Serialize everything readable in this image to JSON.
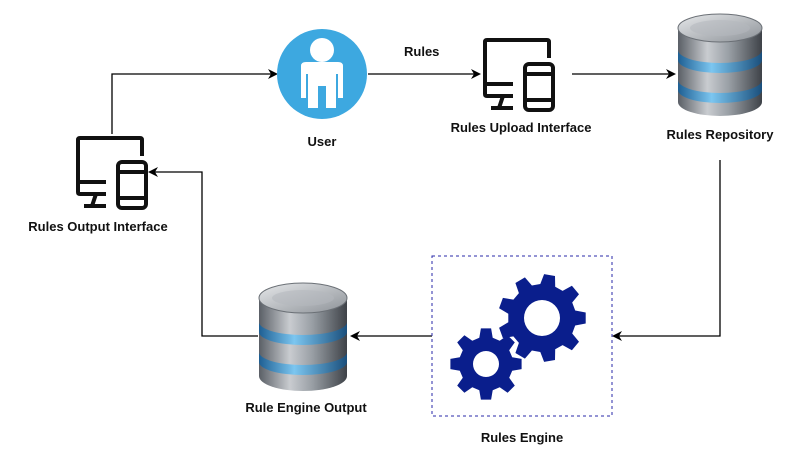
{
  "nodes": {
    "user": {
      "label": "User",
      "icon": "user-icon",
      "color": "#3DA8E0"
    },
    "rules_upload": {
      "label": "Rules Upload Interface",
      "icon": "monitor-phone-icon"
    },
    "rules_repo": {
      "label": "Rules Repository",
      "icon": "database-icon"
    },
    "rules_output": {
      "label": "Rules Output Interface",
      "icon": "monitor-phone-icon"
    },
    "rules_engine": {
      "label": "Rules Engine",
      "icon": "gears-icon",
      "color": "#0A1E8C"
    },
    "rule_engine_output": {
      "label": "Rule Engine Output",
      "icon": "database-icon"
    }
  },
  "edges": [
    {
      "from": "rules_output",
      "to": "user",
      "label": ""
    },
    {
      "from": "user",
      "to": "rules_upload",
      "label": "Rules"
    },
    {
      "from": "rules_upload",
      "to": "rules_repo",
      "label": ""
    },
    {
      "from": "rules_repo",
      "to": "rules_engine",
      "label": ""
    },
    {
      "from": "rules_engine",
      "to": "rule_engine_output",
      "label": ""
    },
    {
      "from": "rule_engine_output",
      "to": "rules_output",
      "label": ""
    }
  ]
}
